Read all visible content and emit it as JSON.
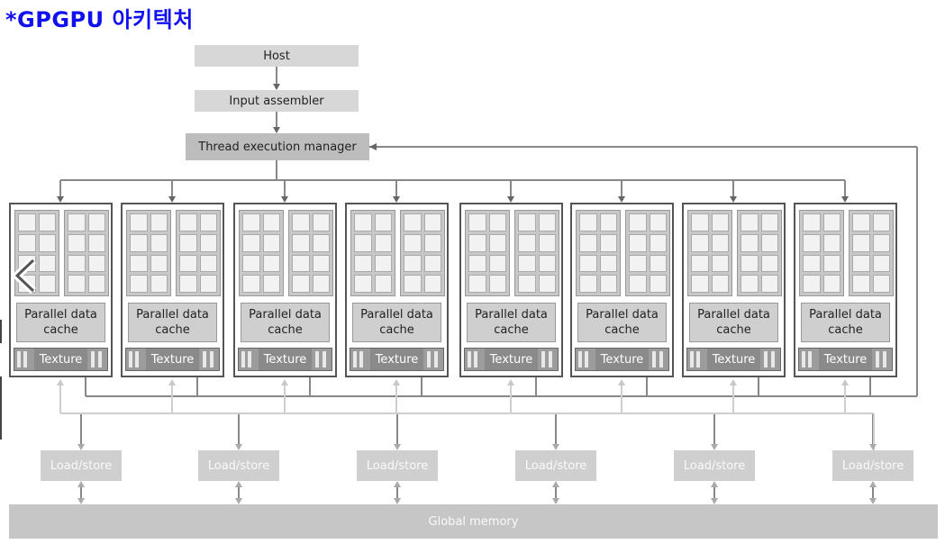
{
  "title": "*GPGPU 아키텍처",
  "host": "Host",
  "input_assembler": "Input assembler",
  "thread_execution_manager": "Thread execution manager",
  "cluster": {
    "cache_line1": "Parallel data",
    "cache_line2": "cache",
    "texture": "Texture"
  },
  "load_store": [
    "Load/store",
    "Load/store",
    "Load/store",
    "Load/store",
    "Load/store",
    "Load/store"
  ],
  "global_memory": "Global memory",
  "colors": {
    "title": "#1111ee",
    "wire_dark": "#888888",
    "wire_light": "#cccccc"
  },
  "icons": {
    "overlay": "chevron-left-icon"
  }
}
